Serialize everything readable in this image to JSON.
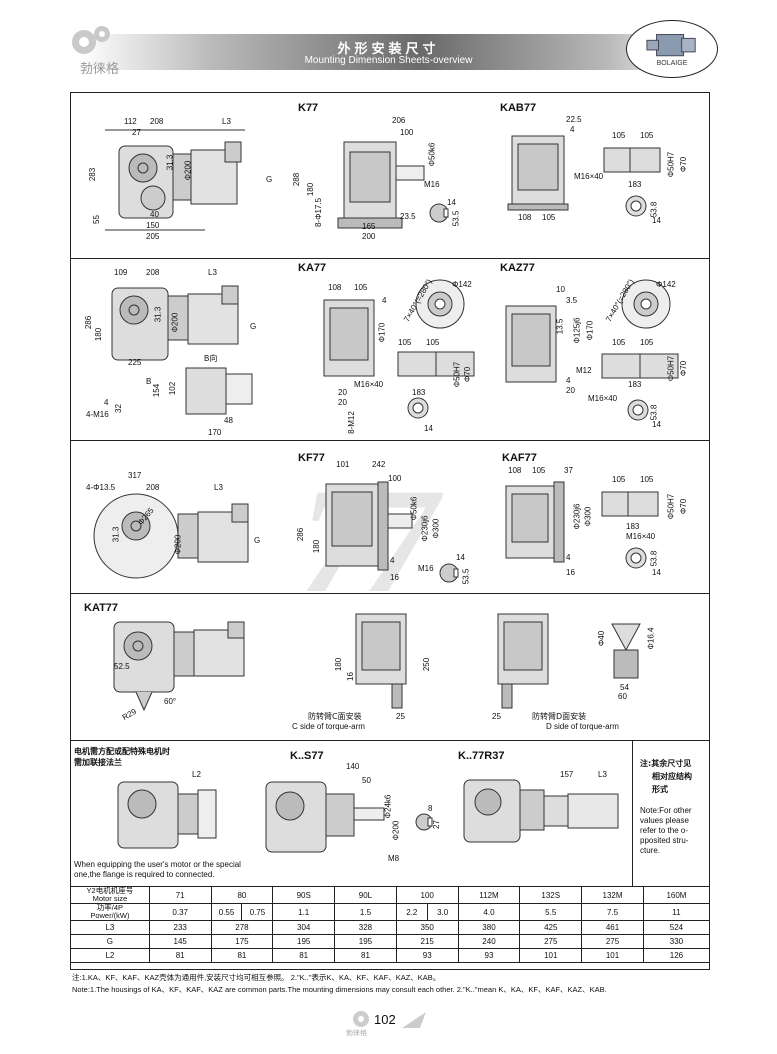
{
  "header": {
    "title_cn": "外形安装尺寸",
    "title_en": "Mounting Dimension Sheets-overview",
    "logo_text": "勃徕格",
    "brand": "BOLAIGE"
  },
  "watermark": "77",
  "sections": {
    "k77": {
      "title": "K77",
      "dims_left": [
        "112",
        "208",
        "L3",
        "27",
        "283",
        "31.3",
        "Φ200",
        "G",
        "55",
        "40",
        "150",
        "205"
      ],
      "dims_mid": [
        "206",
        "100",
        "Φ50k6",
        "288",
        "180",
        "8-Φ17.5",
        "M16",
        "14",
        "53.5",
        "23.5",
        "165",
        "200"
      ]
    },
    "kab77": {
      "title": "KAB77",
      "dims": [
        "22.5",
        "4",
        "105",
        "105",
        "M16×40",
        "183",
        "Φ50H7",
        "Φ70",
        "53.8",
        "14",
        "108",
        "105"
      ]
    },
    "ka77": {
      "title": "KA77",
      "dims_left": [
        "109",
        "208",
        "L3",
        "286",
        "180",
        "31.3",
        "Φ200",
        "G",
        "225",
        "B向",
        "B",
        "4",
        "32",
        "4-M16",
        "154",
        "102",
        "48",
        "170"
      ],
      "dims_mid": [
        "7×40°(=280°)",
        "Φ142",
        "108",
        "105",
        "4",
        "Φ170",
        "105",
        "105",
        "M16×40",
        "Φ50H7",
        "Φ70",
        "20",
        "183",
        "20",
        "8-M12",
        "14"
      ]
    },
    "kaz77": {
      "title": "KAZ77",
      "dims": [
        "7×40°(=280°)",
        "Φ142",
        "10",
        "3.5",
        "13.5",
        "Φ125j6",
        "Φ170",
        "105",
        "105",
        "M12",
        "4",
        "20",
        "M16×40",
        "183",
        "Φ50H7",
        "Φ70",
        "53.8",
        "14"
      ]
    },
    "kf77": {
      "title": "KF77",
      "dims_left": [
        "317",
        "4-Φ13.5",
        "208",
        "L3",
        "Φ265",
        "31.3",
        "Φ200",
        "G"
      ],
      "dims_mid": [
        "101",
        "242",
        "100",
        "Φ50k6",
        "Φ230j6",
        "Φ300",
        "286",
        "180",
        "14",
        "4",
        "16",
        "M16",
        "53.5"
      ]
    },
    "kaf77": {
      "title": "KAF77",
      "dims": [
        "108",
        "105",
        "37",
        "105",
        "105",
        "Φ230j6",
        "Φ300",
        "183",
        "M16×40",
        "Φ50H7",
        "Φ70",
        "4",
        "16",
        "53.8",
        "14"
      ]
    },
    "kat77": {
      "title": "KAT77",
      "dims": [
        "52.5",
        "60°",
        "R29",
        "180",
        "16",
        "250",
        "25",
        "25",
        "Φ40",
        "Φ16.4",
        "54",
        "60"
      ],
      "caption_c_cn": "防转臂C面安装",
      "caption_c_en": "C side of torque-arm",
      "caption_d_cn": "防转臂D面安装",
      "caption_d_en": "D side of torque-arm"
    },
    "ks77": {
      "title": "K..S77",
      "dims": [
        "140",
        "50",
        "Φ24k6",
        "Φ200",
        "8",
        "27",
        "M8"
      ]
    },
    "k77r37": {
      "title": "K..77R37",
      "dims": [
        "157",
        "L3"
      ]
    },
    "flange": {
      "title_cn_1": "电机需方配或配特殊电机时",
      "title_cn_2": "需加联接法兰",
      "dim": "L2",
      "en_1": "When equipping the user's motor or the special",
      "en_2": "one,the flange is required to connected."
    },
    "side_note": {
      "cn_1": "注:其余尺寸见",
      "cn_2": "相对应结构",
      "cn_3": "形式",
      "en": [
        "Note:For other",
        "values please",
        "refer to the o-",
        "pposited stru-",
        "cture."
      ]
    }
  },
  "table": {
    "row_header_1a": "Y2电机机座号",
    "row_header_1b": "Motor size",
    "row_header_2a": "功率/4P",
    "row_header_2b": "Power/(kW)",
    "motor_sizes": [
      "71",
      "80",
      "90S",
      "90L",
      "100",
      "112M",
      "132S",
      "132M",
      "160M"
    ],
    "powers": [
      "0.37",
      "0.55",
      "0.75",
      "1.1",
      "1.5",
      "2.2",
      "3.0",
      "4.0",
      "5.5",
      "7.5",
      "11"
    ],
    "rows": [
      {
        "label": "L3",
        "values": [
          "233",
          "278",
          "304",
          "328",
          "350",
          "380",
          "425",
          "461",
          "524"
        ]
      },
      {
        "label": "G",
        "values": [
          "145",
          "175",
          "195",
          "195",
          "215",
          "240",
          "275",
          "275",
          "330"
        ]
      },
      {
        "label": "L2",
        "values": [
          "81",
          "81",
          "81",
          "81",
          "93",
          "93",
          "101",
          "101",
          "126"
        ]
      }
    ]
  },
  "footnotes": {
    "cn": "注:1.KA、KF、KAF、KAZ壳体为通用件,安装尺寸均可相互参照。  2.\"K..\"表示K、KA、KF、KAF、KAZ、KAB。",
    "en": "Note:1.The housings of KA、KF、KAF、KAZ are common parts.The mounting dimensions may consult each other.  2.\"K..\"mean K、KA、KF、KAF、KAZ、KAB."
  },
  "page_number": "102",
  "footer_logo": "勃徕格"
}
